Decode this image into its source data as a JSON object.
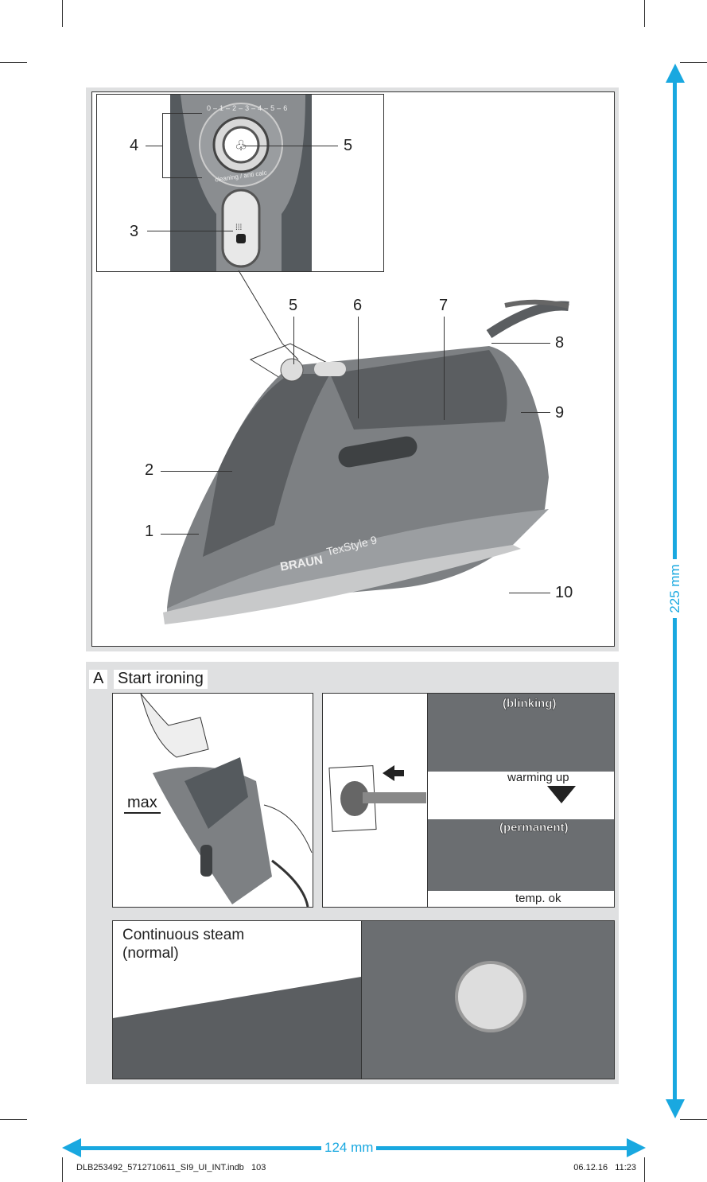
{
  "overview": {
    "callouts": [
      "1",
      "2",
      "3",
      "4",
      "5",
      "5",
      "6",
      "7",
      "8",
      "9",
      "10"
    ],
    "dial_scale": [
      "0",
      "1",
      "2",
      "3",
      "4",
      "5",
      "6"
    ],
    "dial_label": "cleaning / anti calc",
    "brand": "BRAUN",
    "model": "TexStyle 9"
  },
  "section_a": {
    "letter": "A",
    "title": "Start ironing",
    "fill_label": "max",
    "blinking": "(blinking)",
    "warming": "warming up",
    "permanent": "(permanent)",
    "temp_ok": "temp. ok",
    "steam_title": "Continuous steam",
    "steam_sub": "(normal)"
  },
  "dimensions": {
    "height": "225 mm",
    "width": "124 mm"
  },
  "footer": {
    "file": "DLB253492_5712710611_SI9_UI_INT.indb   103",
    "date": "06.12.16   11:23"
  },
  "colors": {
    "accent": "#19a8e0",
    "panel": "#dfe0e1",
    "iron": "#7d8083"
  }
}
